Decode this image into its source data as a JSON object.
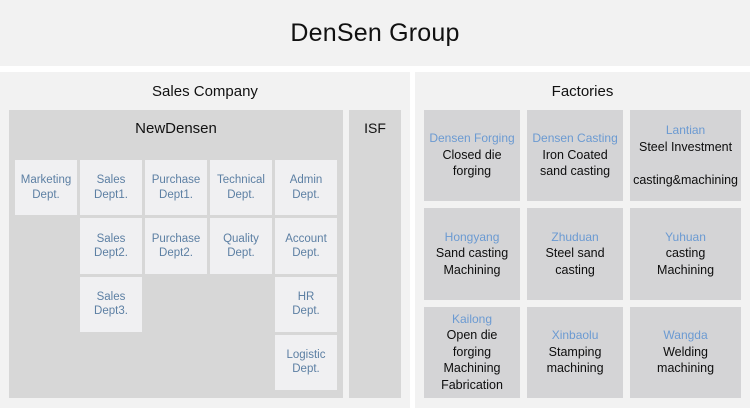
{
  "header": {
    "title": "DenSen Group"
  },
  "sales_panel": {
    "heading": "Sales Company",
    "company": {
      "name": "NewDensen",
      "departments": [
        {
          "label": "Marketing\nDept.",
          "empty": false
        },
        {
          "label": "Sales\nDept1.",
          "empty": false
        },
        {
          "label": "Purchase\nDept1.",
          "empty": false
        },
        {
          "label": "Technical\nDept.",
          "empty": false
        },
        {
          "label": "Admin\nDept.",
          "empty": false
        },
        {
          "label": "",
          "empty": true
        },
        {
          "label": "Sales\nDept2.",
          "empty": false
        },
        {
          "label": "Purchase\nDept2.",
          "empty": false
        },
        {
          "label": "Quality\nDept.",
          "empty": false
        },
        {
          "label": "Account\nDept.",
          "empty": false
        },
        {
          "label": "",
          "empty": true
        },
        {
          "label": "Sales\nDept3.",
          "empty": false
        },
        {
          "label": "",
          "empty": true
        },
        {
          "label": "",
          "empty": true
        },
        {
          "label": "HR\nDept.",
          "empty": false
        },
        {
          "label": "",
          "empty": true
        },
        {
          "label": "",
          "empty": true
        },
        {
          "label": "",
          "empty": true
        },
        {
          "label": "",
          "empty": true
        },
        {
          "label": "Logistic\nDept.",
          "empty": false
        }
      ]
    },
    "isf": {
      "label": "ISF"
    }
  },
  "factories_panel": {
    "heading": "Factories",
    "factories": [
      {
        "name": "Densen Forging",
        "desc": "Closed die forging"
      },
      {
        "name": "Densen Casting",
        "desc": "Iron Coated sand casting"
      },
      {
        "name": "Lantian",
        "desc": "Steel Investment\n\ncasting&machining"
      },
      {
        "name": "Hongyang",
        "desc": "Sand casting\nMachining"
      },
      {
        "name": "Zhuduan",
        "desc": "Steel sand casting"
      },
      {
        "name": "Yuhuan",
        "desc": "casting\nMachining"
      },
      {
        "name": "Kailong",
        "desc": "Open die forging\nMachining\nFabrication"
      },
      {
        "name": "Xinbaolu",
        "desc": "Stamping\nmachining"
      },
      {
        "name": "Wangda",
        "desc": "Welding\nmachining"
      }
    ]
  },
  "colors": {
    "title_bar_bg": "#f2f2f2",
    "panel_bg": "#f2f2f2",
    "group_box_bg": "#d7d7d7",
    "dept_box_bg": "#f0f0f2",
    "dept_text": "#5c7fa3",
    "factory_box_bg": "#d4d4d6",
    "factory_name_text": "#6b9ad2",
    "factory_desc_text": "#0d0d0d"
  }
}
